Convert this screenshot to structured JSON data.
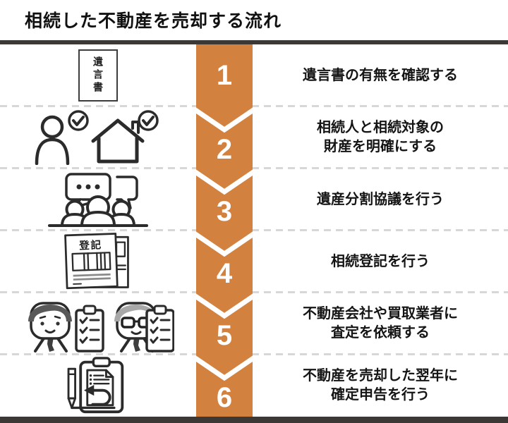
{
  "title": "相続した不動産を売却する流れ",
  "colors": {
    "accent_orange": "#d2813e",
    "bar_dark": "#3b3835",
    "dashed_separator": "#d9d7d4",
    "step_number": "#ffffff",
    "text": "#151515"
  },
  "steps": [
    {
      "number": "1",
      "icon": "will-document-icon",
      "icon_label": "遺言書",
      "line1": "遺言書の有無を確認する"
    },
    {
      "number": "2",
      "icon": "heir-and-property-check-icon",
      "line1": "相続人と相続対象の",
      "line2": "財産を明確にする"
    },
    {
      "number": "3",
      "icon": "family-discussion-icon",
      "line1": "遺産分割協議を行う"
    },
    {
      "number": "4",
      "icon": "registration-documents-icon",
      "icon_label": "登記",
      "line1": "相続登記を行う"
    },
    {
      "number": "5",
      "icon": "appraiser-checklist-icon",
      "line1": "不動産会社や買取業者に",
      "line2": "査定を依頼する"
    },
    {
      "number": "6",
      "icon": "tax-return-clipboard-icon",
      "line1": "不動産を売却した翌年に",
      "line2": "確定申告を行う"
    }
  ]
}
